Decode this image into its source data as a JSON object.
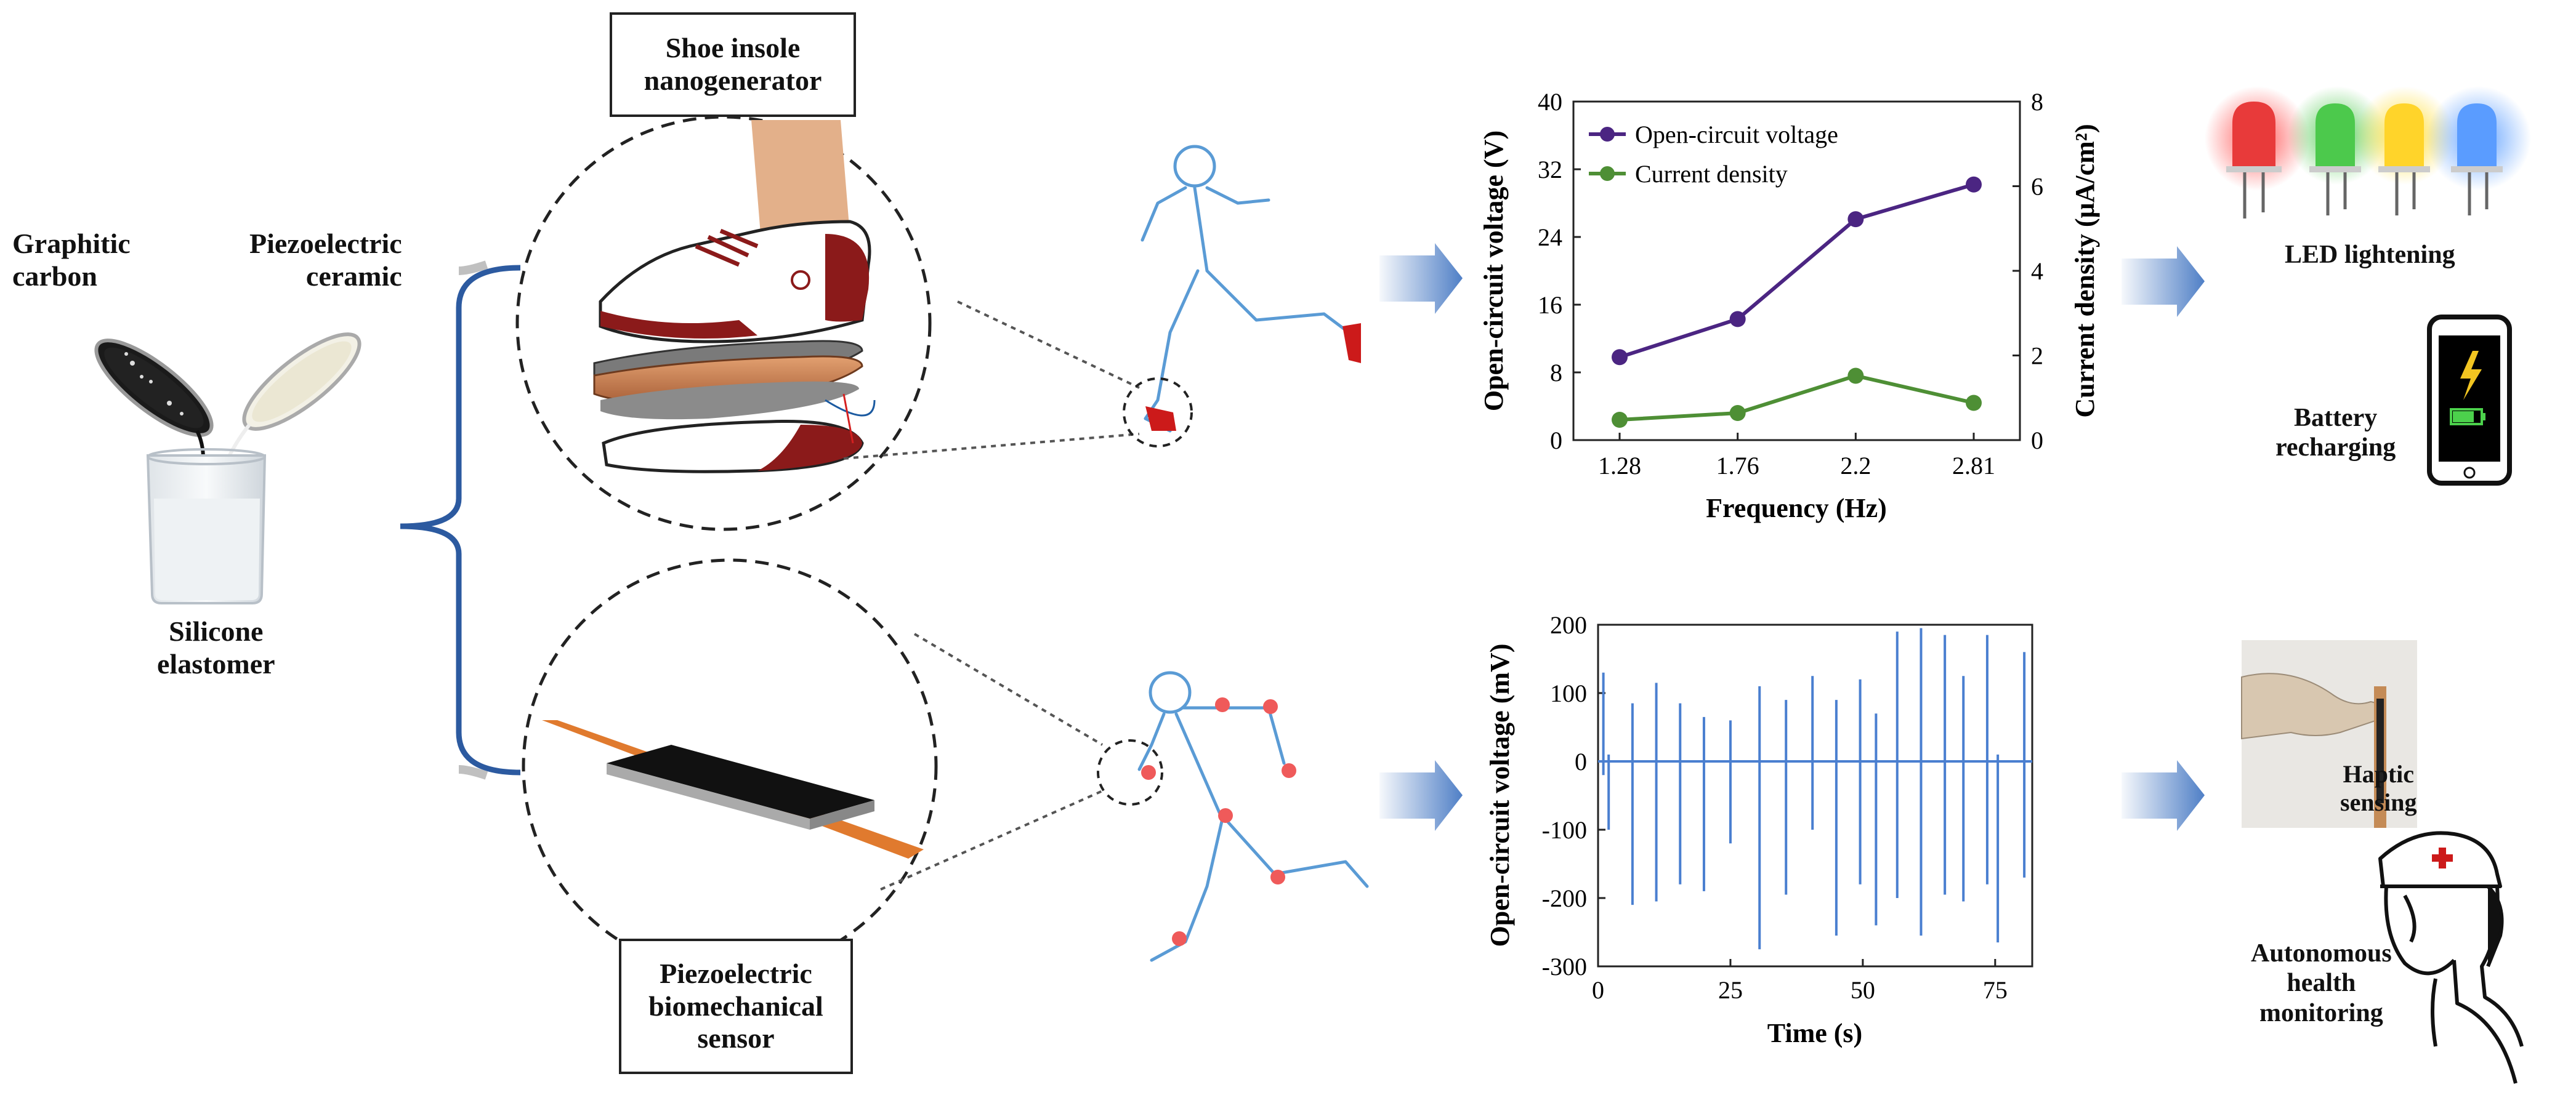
{
  "materials": {
    "graphitic_line1": "Graphitic",
    "graphitic_line2": "carbon",
    "piezo_line1": "Piezoelectric",
    "piezo_line2": "ceramic",
    "silicone_line1": "Silicone",
    "silicone_line2": "elastomer"
  },
  "devices": {
    "insole_line1": "Shoe insole",
    "insole_line2": "nanogenerator",
    "sensor_line1": "Piezoelectric",
    "sensor_line2": "biomechanical",
    "sensor_line3": "sensor"
  },
  "applications": {
    "led": "LED lightening",
    "battery_line1": "Battery",
    "battery_line2": "recharging",
    "haptic_line1": "Haptic",
    "haptic_line2": "sensing",
    "health_line1": "Autonomous",
    "health_line2": "health",
    "health_line3": "monitoring"
  },
  "colors": {
    "shoe_red": "#8b1a1a",
    "body_outline": "#5a9bd5",
    "joint_marker": "#ef5a5a",
    "arrow": "#4f7fc6",
    "voltage_series": "#4b2582",
    "current_series": "#4e8f35",
    "signal": "#4a7fd0"
  },
  "chart_data": [
    {
      "type": "line",
      "x": [
        1.28,
        1.76,
        2.2,
        2.81
      ],
      "xticks": [
        "1.28",
        "1.76",
        "2.2",
        "2.81"
      ],
      "xlabel": "Frequency (Hz)",
      "ylabel": "Open-circuit voltage (V)",
      "y2label": "Current density (μA/cm²)",
      "ylim": [
        0,
        40
      ],
      "yticks": [
        0,
        8,
        16,
        24,
        32,
        40
      ],
      "y2lim": [
        0,
        8
      ],
      "y2ticks": [
        0,
        2,
        4,
        6,
        8
      ],
      "legend_position": "top-left",
      "series": [
        {
          "name": "Open-circuit voltage",
          "axis": "left",
          "color": "#4b2582",
          "values": [
            9.8,
            14.3,
            26.1,
            30.2
          ]
        },
        {
          "name": "Current density",
          "axis": "right",
          "color": "#4e8f35",
          "values": [
            0.48,
            0.64,
            1.52,
            0.88
          ]
        }
      ]
    },
    {
      "type": "line",
      "xlabel": "Time (s)",
      "ylabel": "Open-circuit voltage (mV)",
      "xlim": [
        0,
        82
      ],
      "xticks": [
        0,
        25,
        50,
        75
      ],
      "ylim": [
        -300,
        200
      ],
      "yticks": [
        200,
        100,
        0,
        -100,
        -200,
        -300
      ],
      "color": "#4a7fd0",
      "peaks": [
        {
          "t": 1.0,
          "max": 130,
          "min": -20
        },
        {
          "t": 2.0,
          "max": 10,
          "min": -100
        },
        {
          "t": 6.5,
          "max": 85,
          "min": -210
        },
        {
          "t": 11.0,
          "max": 115,
          "min": -205
        },
        {
          "t": 15.5,
          "max": 85,
          "min": -180
        },
        {
          "t": 20.0,
          "max": 65,
          "min": -190
        },
        {
          "t": 25.0,
          "max": 60,
          "min": -120
        },
        {
          "t": 30.5,
          "max": 110,
          "min": -275
        },
        {
          "t": 35.5,
          "max": 90,
          "min": -195
        },
        {
          "t": 40.5,
          "max": 125,
          "min": -100
        },
        {
          "t": 45.0,
          "max": 90,
          "min": -255
        },
        {
          "t": 49.5,
          "max": 120,
          "min": -180
        },
        {
          "t": 52.5,
          "max": 70,
          "min": -240
        },
        {
          "t": 56.5,
          "max": 190,
          "min": -200
        },
        {
          "t": 61.0,
          "max": 195,
          "min": -255
        },
        {
          "t": 65.5,
          "max": 185,
          "min": -195
        },
        {
          "t": 69.0,
          "max": 125,
          "min": -205
        },
        {
          "t": 73.5,
          "max": 185,
          "min": -180
        },
        {
          "t": 75.5,
          "max": 10,
          "min": -265
        },
        {
          "t": 80.5,
          "max": 160,
          "min": -170
        }
      ]
    }
  ]
}
